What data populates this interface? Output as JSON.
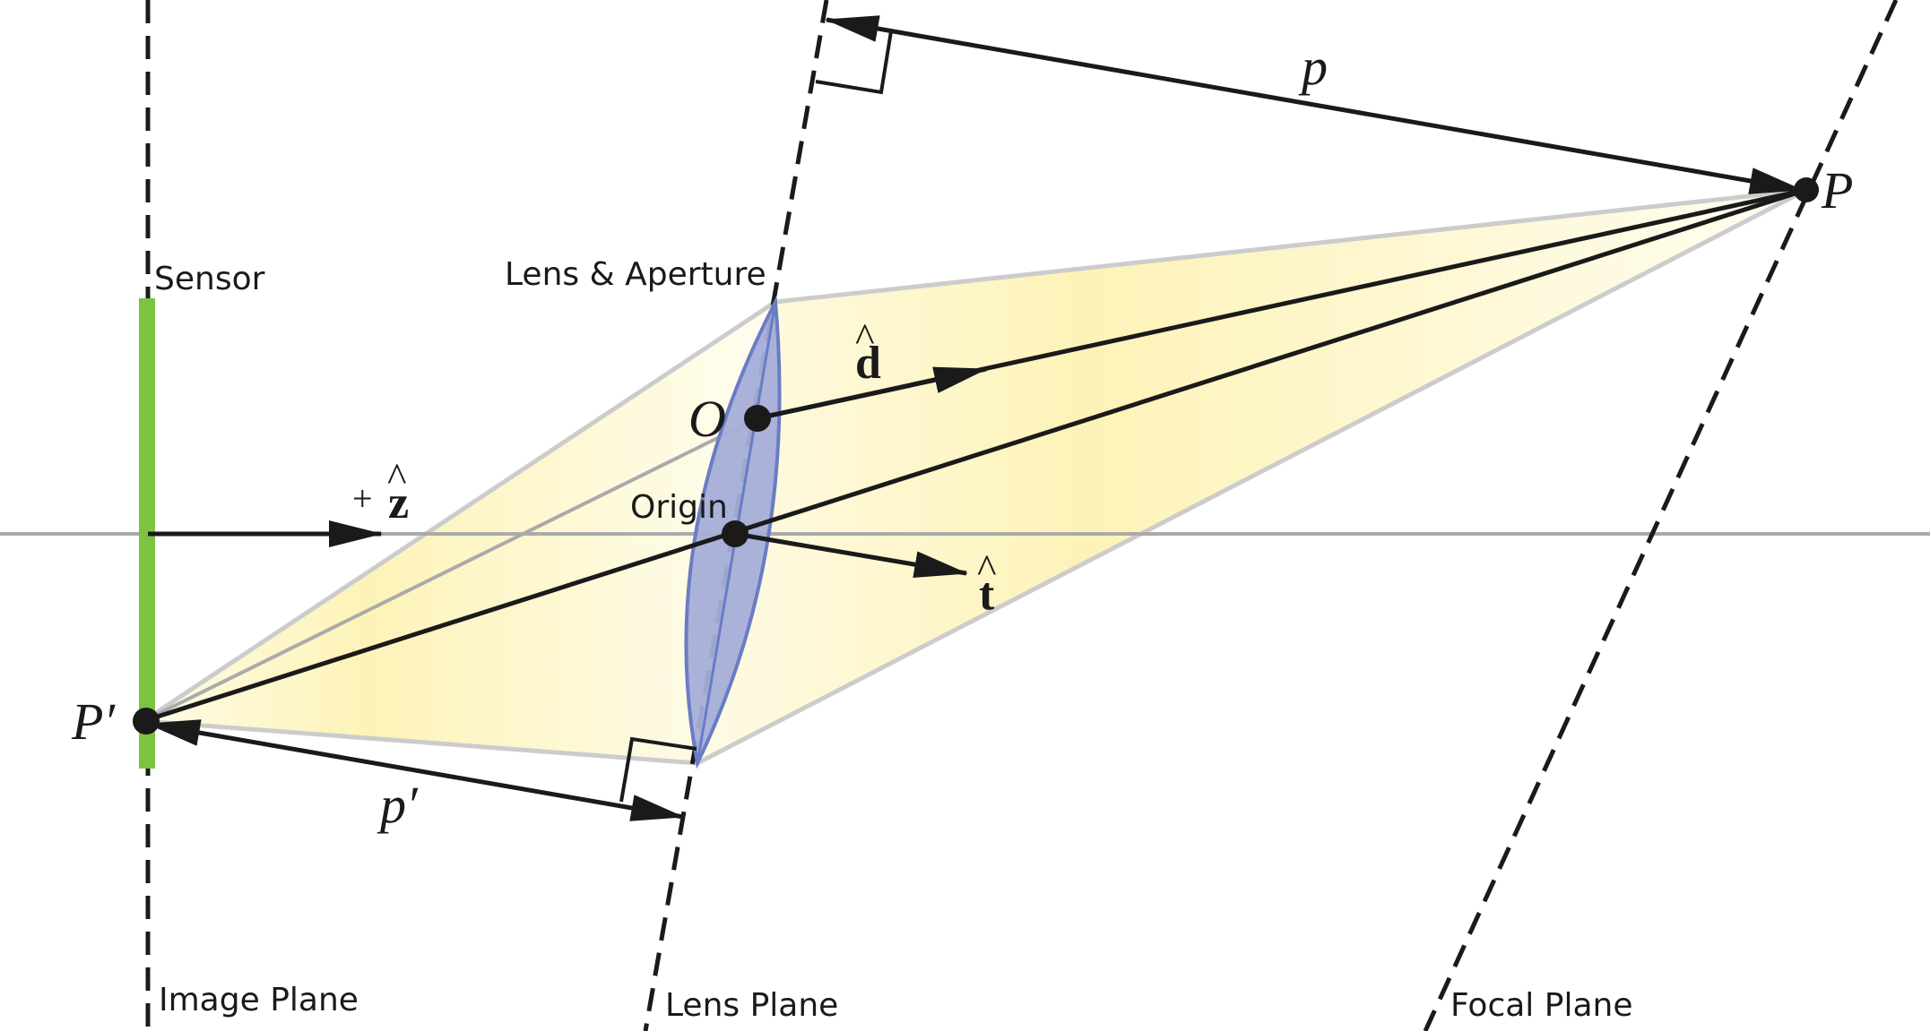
{
  "labels": {
    "sensor": "Sensor",
    "lens_aperture": "Lens & Aperture",
    "origin": "Origin",
    "image_plane": "Image Plane",
    "lens_plane": "Lens Plane",
    "focal_plane": "Focal Plane"
  },
  "math": {
    "P": "P",
    "P_prime": "P′",
    "O": "O",
    "p": "p",
    "p_prime": "p′",
    "d_hat": "d",
    "t_hat": "t",
    "z_hat": "z",
    "plus": "+",
    "hat_glyph": "^"
  },
  "colors": {
    "sensor": "#7dc242",
    "lens_fill": "#a5aed9",
    "lens_stroke": "#6a7cc4",
    "cone_fill": "#fdf5c0",
    "cone_edge": "#cccccc",
    "axis": "#aaaaaa",
    "ink": "#1a1a1a"
  }
}
